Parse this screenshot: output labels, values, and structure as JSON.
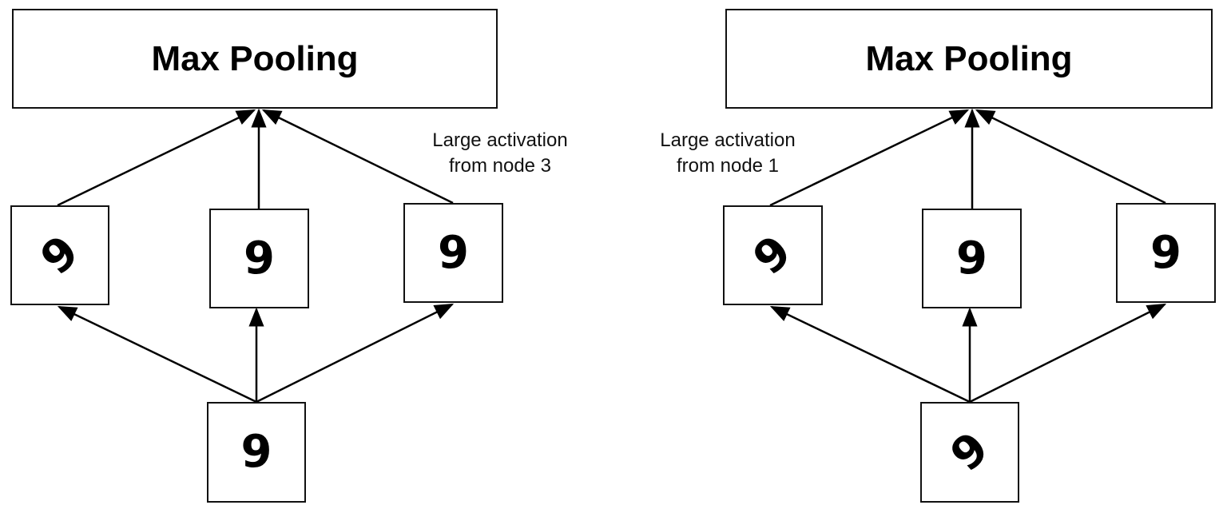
{
  "panels": {
    "left": {
      "pool_label": "Max Pooling",
      "annotation": [
        "Large activation",
        "from node 3"
      ],
      "nodes": [
        "9",
        "9",
        "9"
      ],
      "input": "9"
    },
    "right": {
      "pool_label": "Max Pooling",
      "annotation": [
        "Large activation",
        "from node 1"
      ],
      "nodes": [
        "9",
        "9",
        "9"
      ],
      "input": "9"
    }
  }
}
